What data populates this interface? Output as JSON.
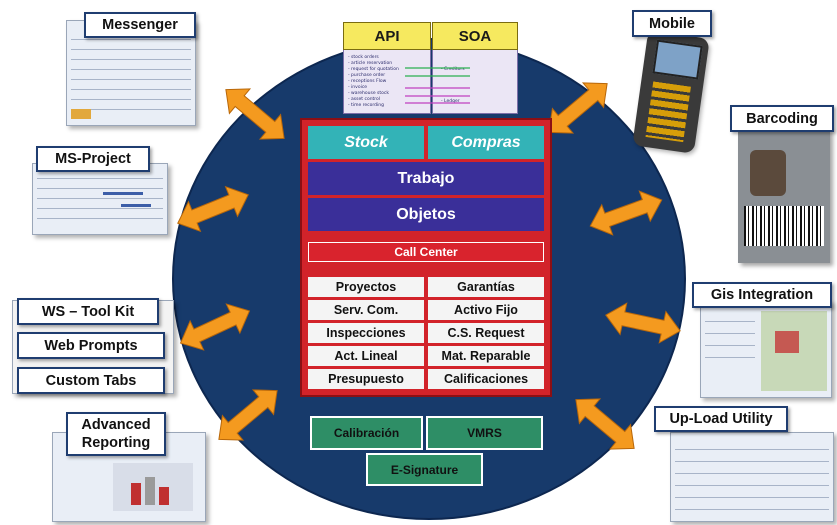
{
  "center": {
    "stock": "Stock",
    "compras": "Compras",
    "trabajo": "Trabajo",
    "objetos": "Objetos",
    "call_center": "Call Center",
    "modules": [
      [
        "Proyectos",
        "Garantías"
      ],
      [
        "Serv. Com.",
        "Activo Fijo"
      ],
      [
        "Inspecciones",
        "C.S. Request"
      ],
      [
        "Act. Lineal",
        "Mat. Reparable"
      ],
      [
        "Presupuesto",
        "Calificaciones"
      ]
    ],
    "calibracion": "Calibración",
    "vmrs": "VMRS",
    "esignature": "E-Signature"
  },
  "top": {
    "api": "API",
    "soa": "SOA",
    "api_items": [
      "- stock orders",
      "- article reservation",
      "- request for quotation",
      "- purchase order",
      "- receptions Flow",
      "- invoice",
      "- warehouse stock",
      "- asset control",
      "- time recording"
    ],
    "soa_items": [
      "- Creditors",
      "- Ledger"
    ]
  },
  "integrations": {
    "messenger": "Messenger",
    "ms_project": "MS-Project",
    "ws_toolkit": "WS – Tool Kit",
    "web_prompts": "Web Prompts",
    "custom_tabs": "Custom Tabs",
    "advanced_reporting_1": "Advanced",
    "advanced_reporting_2": "Reporting",
    "mobile": "Mobile",
    "barcoding": "Barcoding",
    "gis": "Gis Integration",
    "upload": "Up-Load Utility"
  },
  "colors": {
    "circle": "#173a6b",
    "core": "#d2232a",
    "teal": "#33b3b7",
    "purple": "#3a2f99",
    "green": "#2e8e66",
    "arrow": "#f49a1f"
  }
}
